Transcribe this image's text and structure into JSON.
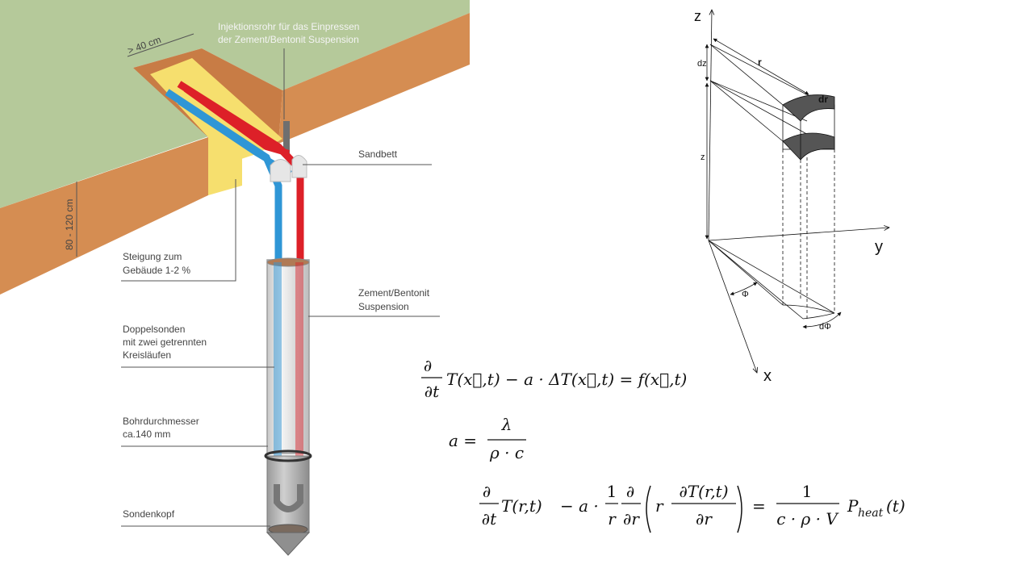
{
  "borehole": {
    "labels": {
      "injection_line1": "Injektionsrohr für das Einpressen",
      "injection_line2": "der Zement/Bentonit Suspension",
      "trench_width": "> 40 cm",
      "trench_depth": "80 - 120 cm",
      "sandbed": "Sandbett",
      "slope_line1": "Steigung zum",
      "slope_line2": "Gebäude 1-2 %",
      "suspension_line1": "Zement/Bentonit",
      "suspension_line2": "Suspension",
      "double_probe_line1": "Doppelsonden",
      "double_probe_line2": "mit zwei getrennten",
      "double_probe_line3": "Kreisläufen",
      "bore_line1": "Bohrdurchmesser",
      "bore_line2": "ca.140 mm",
      "probe_head": "Sondenkopf"
    },
    "colors": {
      "grass": "#b5c99a",
      "soil": "#d58d52",
      "soil_dark": "#c87c45",
      "sand": "#f6df6e",
      "cold_pipe": "#2f96d6",
      "hot_pipe": "#dd2028",
      "casing": "#e8e8e8"
    }
  },
  "cylinder": {
    "axes": {
      "z": "z",
      "y": "y",
      "x": "x"
    },
    "labels": {
      "r": "r",
      "dr": "dr",
      "dz": "dz",
      "z": "z",
      "phi": "Φ",
      "dphi": "dΦ"
    }
  },
  "equations": {
    "eq1": {
      "partial": "∂",
      "dt": "∂t",
      "lhs_T": "T(x⃗,t)",
      "minus_a": "− a · ΔT(x⃗,t) = f(x⃗,t)"
    },
    "eq2": {
      "a": "a =",
      "num": "λ",
      "den": "ρ · c"
    },
    "eq3": {
      "partial": "∂",
      "dt": "∂t",
      "T": "T(r,t)",
      "minus_a": "− a ·",
      "one": "1",
      "r": "r",
      "d": "∂",
      "dr": "∂r",
      "inner_r": "r",
      "dT": "∂T(r,t)",
      "dr2": "∂r",
      "equals": "=",
      "one2": "1",
      "cpv": "c · ρ · V",
      "P": "P",
      "heat": "heat",
      "t": "(t)"
    }
  }
}
